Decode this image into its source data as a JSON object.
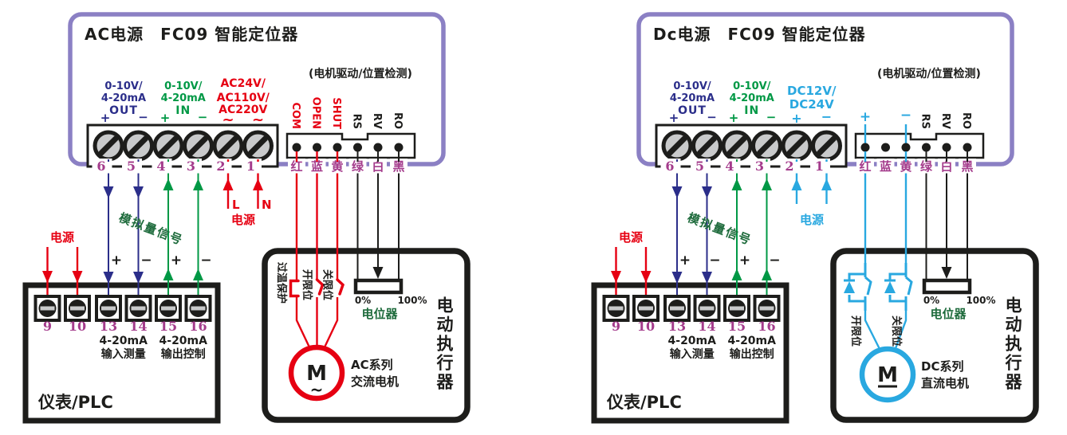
{
  "colors": {
    "frame_purple": "#8B80C4",
    "terminal_number_magenta": "#A43C8C",
    "analog_out_blue": "#2B2E8A",
    "analog_in_green": "#009845",
    "note_dark_green": "#1E6B3C",
    "power_red": "#E60012",
    "dc_power_cyan": "#29A8E0",
    "line_black": "#1D1D1B",
    "screw_gray": "#C9CACB"
  },
  "panels": [
    {
      "title": "AC电源　FC09 智能定位器",
      "analog_out": {
        "line1": "0-10V/",
        "line2": "4-20mA",
        "line3": "OUT",
        "plus": "+",
        "minus": "−"
      },
      "analog_in": {
        "line1": "0-10V/",
        "line2": "4-20mA",
        "line3": "IN",
        "plus": "+",
        "minus": "−"
      },
      "supply": {
        "line1": "AC24V/",
        "line2": "AC110V/",
        "line3": "AC220V",
        "sym_left": "~",
        "sym_right": "~"
      },
      "connector_caption": "(电机驱动/位置检测)",
      "pins": {
        "p1": "COM",
        "p2": "OPEN",
        "p3": "SHUT",
        "p4": "RS",
        "p5": "RV",
        "p6": "RO"
      },
      "terminals": [
        "6",
        "5",
        "4",
        "3",
        "2",
        "1"
      ],
      "wire_colors": [
        "红",
        "蓝",
        "黄",
        "绿",
        "白",
        "黑"
      ],
      "mains": {
        "line": "L",
        "neutral": "N",
        "caption": "电源"
      },
      "analog_note": "模拟量信号",
      "polarity": [
        "+",
        "−",
        "+",
        "−"
      ],
      "plc": {
        "power_caption": "电源",
        "terminals": [
          "9",
          "10",
          "13",
          "14",
          "15",
          "16"
        ],
        "input_line1": "4-20mA",
        "input_line2": "输入测量",
        "output_line1": "4-20mA",
        "output_line2": "输出控制",
        "name": "仪表/PLC"
      },
      "actuator": {
        "overtemp": "过温保护",
        "open_limit": "开限位",
        "close_limit": "关限位",
        "pot_min": "0%",
        "pot_max": "100%",
        "pot_name": "电位器",
        "motor_letter": "M",
        "motor_symbol": "~",
        "motor_line1": "AC系列",
        "motor_line2": "交流电机",
        "name": "电动执行器"
      }
    },
    {
      "title": "Dc电源　FC09 智能定位器",
      "analog_out": {
        "line1": "0-10V/",
        "line2": "4-20mA",
        "line3": "OUT",
        "plus": "+",
        "minus": "−"
      },
      "analog_in": {
        "line1": "0-10V/",
        "line2": "4-20mA",
        "line3": "IN",
        "plus": "+",
        "minus": "−"
      },
      "supply": {
        "line1": "DC12V/",
        "line2": "DC24V",
        "plus": "+",
        "minus": "−"
      },
      "connector_caption": "(电机驱动/位置检测)",
      "pins": {
        "p1": "+",
        "p3": "−",
        "p4": "RS",
        "p5": "RV",
        "p6": "RO"
      },
      "terminals": [
        "6",
        "5",
        "4",
        "3",
        "2",
        "1"
      ],
      "wire_colors": [
        "红",
        "蓝",
        "黄",
        "绿",
        "白",
        "黑"
      ],
      "supply_caption": "电源",
      "analog_note": "模拟量信号",
      "polarity": [
        "+",
        "−",
        "+",
        "−"
      ],
      "plc": {
        "power_caption": "电源",
        "terminals": [
          "9",
          "10",
          "13",
          "14",
          "15",
          "16"
        ],
        "input_line1": "4-20mA",
        "input_line2": "输入测量",
        "output_line1": "4-20mA",
        "output_line2": "输出控制",
        "name": "仪表/PLC"
      },
      "actuator": {
        "open_limit": "开限位",
        "close_limit": "关限位",
        "pot_min": "0%",
        "pot_max": "100%",
        "pot_name": "电位器",
        "motor_letter": "M",
        "motor_line1": "DC系列",
        "motor_line2": "直流电机",
        "name": "电动执行器"
      }
    }
  ]
}
